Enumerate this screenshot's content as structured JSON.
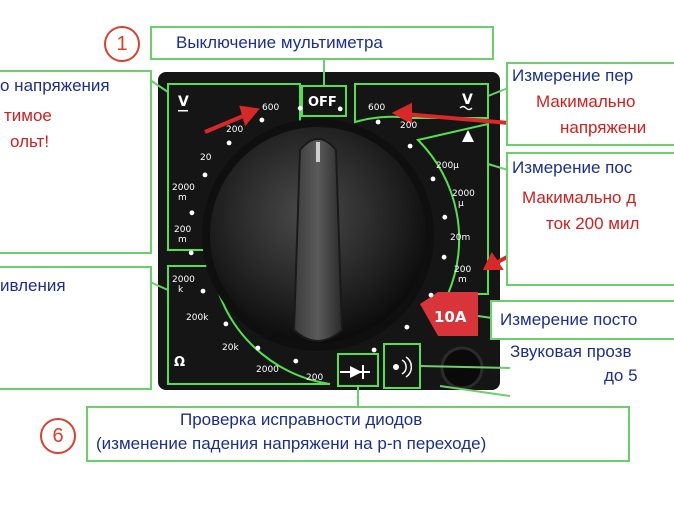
{
  "callouts": {
    "off_title": "Выключение мультиметра",
    "voltage_left": "о напряжения",
    "voltage_left_red1": "тимое",
    "voltage_left_red2": "ольт!",
    "resistance_left": "ивления",
    "ac_voltage_right": "Измерение пер",
    "ac_voltage_right_red1": "Макимально",
    "ac_voltage_right_red2": "напряжени",
    "dc_current_right": "Измерение пос",
    "dc_current_right_red1": "Макимально д",
    "dc_current_right_red2": "ток 200 мил",
    "dc_10a_right": "Измерение посто",
    "sound_right1": "Звуковая прозв",
    "sound_right2": "до 5",
    "diode_line1": "Проверка исправности диодов",
    "diode_line2": "(изменение падения напряжени на p-n переходе)"
  },
  "markers": {
    "one": "1",
    "six": "6"
  },
  "panel": {
    "off_label": "OFF",
    "dcv_symbol": "V",
    "acv_symbol": "V",
    "ohm_symbol": "Ω",
    "ten_a_label": "10A",
    "dcv_600": "600",
    "dcv_200": "200",
    "dcv_20": "20",
    "dcv_2000m": "2000",
    "dcv_200m": "200",
    "acv_600": "600",
    "acv_200": "200",
    "dca_200u": "200µ",
    "dca_2000u": "2000",
    "dca_20m": "20m",
    "dca_200m": "200",
    "ohm_2000k": "2000",
    "ohm_200k": "200k",
    "ohm_20k": "20k",
    "ohm_2000": "2000",
    "ohm_200": "200",
    "m_sub": "m",
    "k_sub": "k",
    "u_sub": "µ"
  },
  "colors": {
    "callout_border": "#6bd06b",
    "label_blue": "#1c2f8e",
    "label_red": "#d22020",
    "panel_bg": "#141414",
    "arrow_red": "#d82828"
  }
}
